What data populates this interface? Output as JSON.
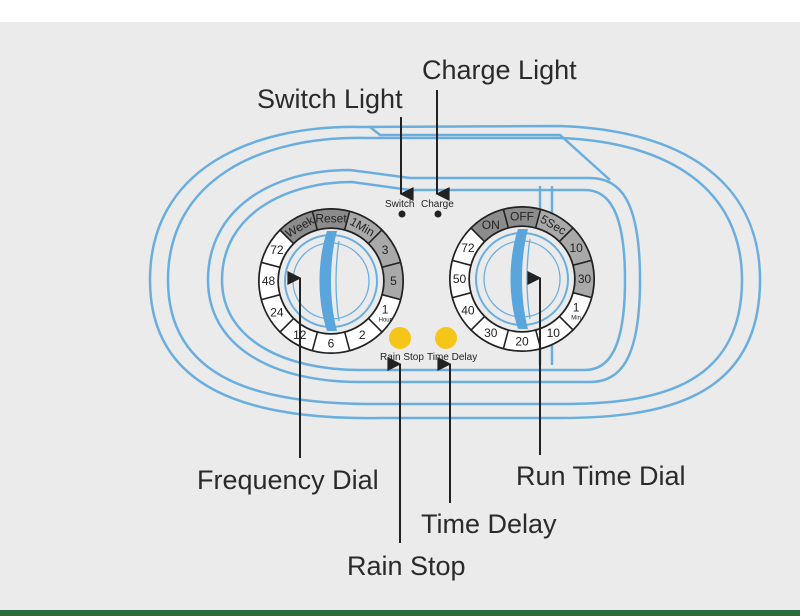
{
  "callouts": {
    "charge_light": "Charge Light",
    "switch_light": "Switch Light",
    "frequency_dial": "Frequency Dial",
    "run_time_dial": "Run Time Dial",
    "time_delay": "Time Delay",
    "rain_stop": "Rain Stop"
  },
  "panel_labels": {
    "switch": "Switch",
    "charge": "Charge",
    "rain_stop": "Rain Stop",
    "time_delay": "Time Delay"
  },
  "frequency_dial": {
    "segments": [
      {
        "label": "Reset",
        "sub": "",
        "shade": "dark"
      },
      {
        "label": "1Min",
        "sub": "",
        "shade": "mid"
      },
      {
        "label": "3",
        "sub": "",
        "shade": "mid"
      },
      {
        "label": "5",
        "sub": "",
        "shade": "mid"
      },
      {
        "label": "1",
        "sub": "Hour",
        "shade": "white"
      },
      {
        "label": "2",
        "sub": "",
        "shade": "white"
      },
      {
        "label": "6",
        "sub": "",
        "shade": "white"
      },
      {
        "label": "12",
        "sub": "",
        "shade": "white"
      },
      {
        "label": "24",
        "sub": "",
        "shade": "white"
      },
      {
        "label": "48",
        "sub": "",
        "shade": "white"
      },
      {
        "label": "72",
        "sub": "",
        "shade": "white"
      },
      {
        "label": "Week",
        "sub": "",
        "shade": "dark"
      }
    ]
  },
  "run_time_dial": {
    "segments": [
      {
        "label": "OFF",
        "sub": "",
        "shade": "dark"
      },
      {
        "label": "5Sec",
        "sub": "",
        "shade": "mid"
      },
      {
        "label": "10",
        "sub": "",
        "shade": "mid"
      },
      {
        "label": "30",
        "sub": "",
        "shade": "mid"
      },
      {
        "label": "1",
        "sub": "Min",
        "shade": "white"
      },
      {
        "label": "10",
        "sub": "",
        "shade": "white"
      },
      {
        "label": "20",
        "sub": "",
        "shade": "white"
      },
      {
        "label": "30",
        "sub": "",
        "shade": "white"
      },
      {
        "label": "40",
        "sub": "",
        "shade": "white"
      },
      {
        "label": "50",
        "sub": "",
        "shade": "white"
      },
      {
        "label": "72",
        "sub": "",
        "shade": "white"
      },
      {
        "label": "ON",
        "sub": "",
        "shade": "dark"
      }
    ]
  },
  "colors": {
    "outline": "#6aaee0",
    "knob": "#5aa5dc",
    "dark": "#8c8c8c",
    "mid": "#a9a9a9",
    "white": "#ffffff",
    "light": "#f5c518"
  }
}
